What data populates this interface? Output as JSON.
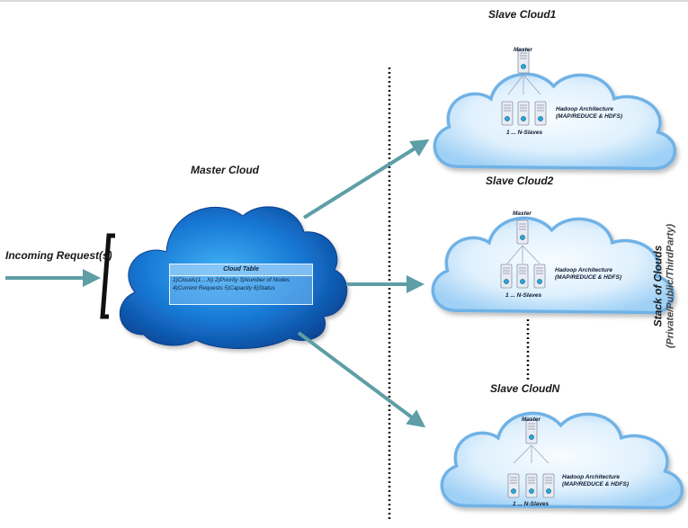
{
  "incoming_label": "Incoming Request(s)",
  "master_cloud": {
    "title": "Master Cloud",
    "table_title": "Cloud Table",
    "row1": "1)Clouds(1....N)  2)Priority 3)Number of Nodes",
    "row2": "4)Current Requests 5)Capacity 6)Status"
  },
  "slave_clouds": [
    {
      "title": "Slave Cloud1",
      "master_label": "Master",
      "arch_line1": "Hadoop Architecture",
      "arch_line2": "(MAP/REDUCE & HDFS)",
      "slaves_label": "1 ... N-Slaves"
    },
    {
      "title": "Slave Cloud2",
      "master_label": "Master",
      "arch_line1": "Hadoop Architecture",
      "arch_line2": "(MAP/REDUCE & HDFS)",
      "slaves_label": "1 ... N-Slaves"
    },
    {
      "title": "Slave CloudN",
      "master_label": "Master",
      "arch_line1": "Hadoop Architecture",
      "arch_line2": "(MAP/REDUCE & HDFS)",
      "slaves_label": "1 ... N-Slaves"
    }
  ],
  "stack_label": "Stack of Clouds",
  "stack_sublabel": "(Private/Public/ThirdParty)",
  "colors": {
    "arrow": "#5e9ea6",
    "master_cloud_dark": "#0b4fa8",
    "master_cloud_light": "#3aa6f0",
    "slave_cloud_light": "#eaf6ff",
    "slave_cloud_edge": "#6fb2e6"
  }
}
